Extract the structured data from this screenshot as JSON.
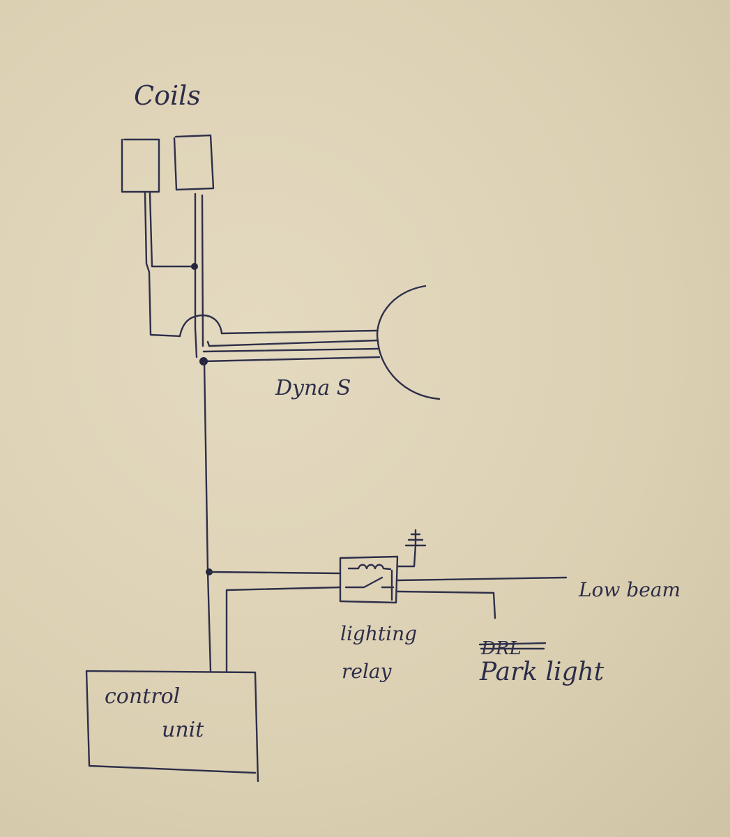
{
  "labels": {
    "coils": "Coils",
    "dyna": "Dyna S",
    "relay_line1": "lighting",
    "relay_line2": "relay",
    "low_beam": "Low beam",
    "struck": "DRL",
    "park_light": "Park light",
    "control_line1": "control",
    "control_line2": "unit"
  },
  "colors": {
    "paper": "#ddd2b6",
    "ink": "#2e2f4a"
  }
}
